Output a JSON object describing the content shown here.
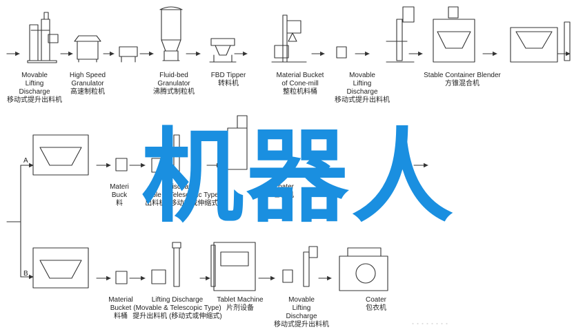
{
  "labels": {
    "movable_lifting_discharge_1": {
      "en1": "Movable",
      "en2": "Lifting",
      "en3": "Discharge",
      "zh": "移动式提升出料机"
    },
    "high_speed_granulator": {
      "en1": "High Speed",
      "en2": "Granulator",
      "zh": "高速制粒机"
    },
    "fluid_bed_granulator": {
      "en1": "Fluid-bed",
      "en2": "Granulator",
      "zh": "沸腾式制粒机"
    },
    "fbd_tipper": {
      "en1": "FBD Tipper",
      "zh": "转料机"
    },
    "material_bucket_cone_mill": {
      "en1": "Material Bucket",
      "en2": "of Cone-mill",
      "zh": "整粒机料桶"
    },
    "movable_lifting_discharge_2": {
      "en1": "Movable",
      "en2": "Lifting",
      "en3": "Discharge",
      "zh": "移动式提升出料机"
    },
    "stable_container_blender": {
      "en1": "Stable Container Blender",
      "zh": "方锥混合机"
    },
    "row_a_material_bucket": {
      "en1": "Materi",
      "en2": "Buck",
      "zh": "料"
    },
    "row_a_lifting_discharge": {
      "en1": "Discharge",
      "en2": "vable & Telescopic Type)",
      "zh": "出料机 (移动式或伸缩式)"
    },
    "row_a_coater": {
      "en1": "Coater",
      "zh": "包衣机"
    },
    "row_b_material_bucket": {
      "en1": "Material",
      "en2": "Bucket",
      "zh": "料桶"
    },
    "row_b_lifting_discharge": {
      "en1": "Lifting Discharge",
      "en2": "(Movable & Telescopic Type)",
      "zh": "提升出料机 (移动式或伸缩式)"
    },
    "tablet_machine": {
      "en1": "Tablet Machine",
      "zh": "片剂设备"
    },
    "movable_lifting_discharge_3": {
      "en1": "Movable",
      "en2": "Lifting",
      "en3": "Discharge",
      "zh": "移动式提升出料机"
    },
    "row_b_coater": {
      "en1": "Coater",
      "zh": "包衣机"
    }
  },
  "branch_tags": {
    "a": "A",
    "b": "B"
  },
  "watermark": "机器人"
}
